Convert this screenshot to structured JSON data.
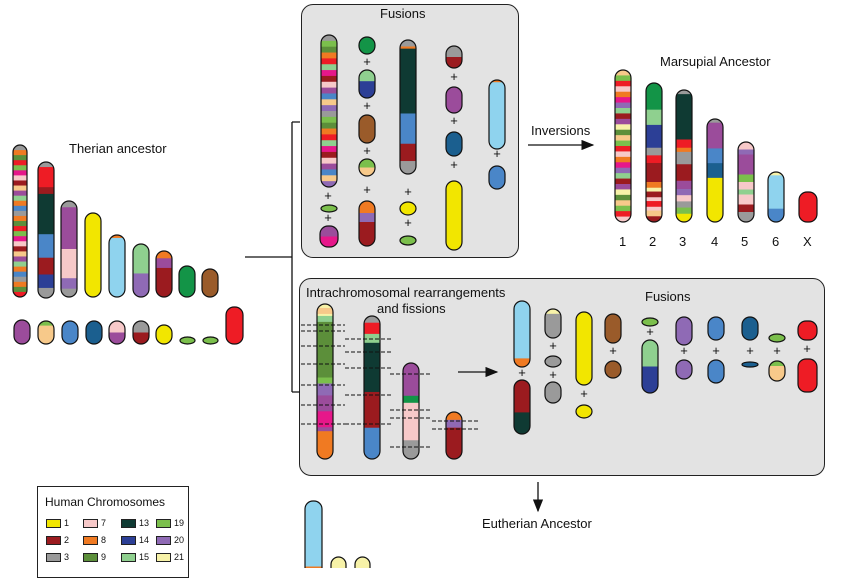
{
  "labels": {
    "therian": "Therian ancestor",
    "marsupial": "Marsupial Ancestor",
    "inversions": "Inversions",
    "fusions_top": "Fusions",
    "intrachrom": "Intrachromosomal rearrangements",
    "fissions": "and fissions",
    "fusions_bottom": "Fusions",
    "eutherian": "Eutherian Ancestor"
  },
  "marsupial_numbers": [
    "1",
    "2",
    "3",
    "4",
    "5",
    "6",
    "X"
  ],
  "legend": {
    "title": "Human Chromosomes",
    "items": [
      {
        "label": "1",
        "color": "#f2e600"
      },
      {
        "label": "7",
        "color": "#f7c9c9"
      },
      {
        "label": "13",
        "color": "#0f3a33"
      },
      {
        "label": "19",
        "color": "#7bbf4c"
      },
      {
        "label": "2",
        "color": "#9b1b1f"
      },
      {
        "label": "8",
        "color": "#f07a22"
      },
      {
        "label": "14",
        "color": "#2c3f96"
      },
      {
        "label": "20",
        "color": "#8f6ab5"
      },
      {
        "label": "3",
        "color": "#9a9a9a"
      },
      {
        "label": "9",
        "color": "#5c8f3a"
      },
      {
        "label": "15",
        "color": "#8fd08f"
      },
      {
        "label": "21",
        "color": "#f7f2a8"
      }
    ]
  },
  "palette": {
    "yellow": "#f2e600",
    "red": "#ee1c25",
    "darkred": "#9b1b1f",
    "grey": "#9a9a9a",
    "orange": "#f07a22",
    "green": "#139447",
    "lightgreen": "#8fd08f",
    "olive": "#5c8f3a",
    "lime": "#7bbf4c",
    "blue": "#4a86c8",
    "navy": "#2c3f96",
    "teal": "#1b5f8f",
    "darkteal": "#0f3a33",
    "purple": "#9b4c9b",
    "lavender": "#8f6ab5",
    "pink": "#f7c9c9",
    "magenta": "#e6178a",
    "brown": "#9a5b2a",
    "skyblue": "#8fd3ee",
    "cream": "#f7f2a8",
    "peach": "#f7c98a"
  }
}
